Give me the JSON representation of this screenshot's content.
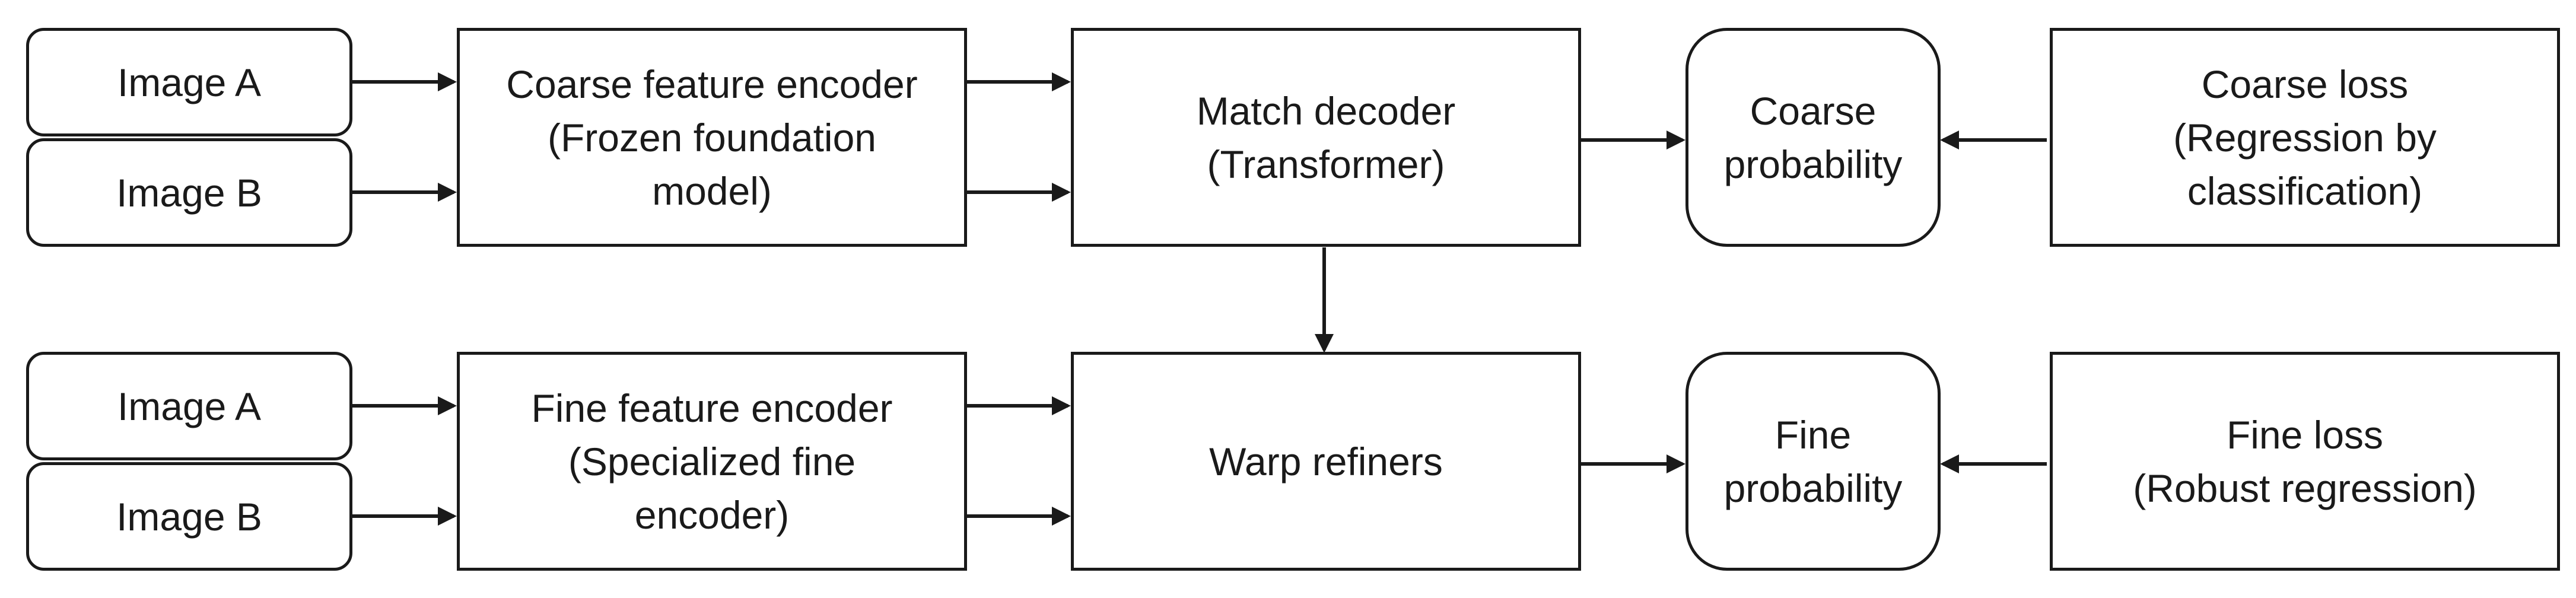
{
  "nodes": {
    "image_a_top": {
      "lines": [
        "Image A"
      ]
    },
    "image_b_top": {
      "lines": [
        "Image B"
      ]
    },
    "coarse_encoder": {
      "lines": [
        "Coarse feature encoder",
        "(Frozen foundation",
        "model)"
      ]
    },
    "match_decoder": {
      "lines": [
        "Match decoder",
        "(Transformer)"
      ]
    },
    "coarse_probability": {
      "lines": [
        "Coarse",
        "probability"
      ]
    },
    "coarse_loss": {
      "lines": [
        "Coarse loss",
        "(Regression by",
        "classification)"
      ]
    },
    "image_a_bottom": {
      "lines": [
        "Image A"
      ]
    },
    "image_b_bottom": {
      "lines": [
        "Image B"
      ]
    },
    "fine_encoder": {
      "lines": [
        "Fine feature encoder",
        "(Specialized fine",
        "encoder)"
      ]
    },
    "warp_refiners": {
      "lines": [
        "Warp refiners"
      ]
    },
    "fine_probability": {
      "lines": [
        "Fine",
        "probability"
      ]
    },
    "fine_loss": {
      "lines": [
        "Fine loss",
        "(Robust regression)"
      ]
    }
  },
  "edges": [
    {
      "from": "image_a_top",
      "to": "coarse_encoder"
    },
    {
      "from": "image_b_top",
      "to": "coarse_encoder"
    },
    {
      "from": "coarse_encoder",
      "to": "match_decoder"
    },
    {
      "from": "coarse_encoder",
      "to": "match_decoder"
    },
    {
      "from": "match_decoder",
      "to": "coarse_probability"
    },
    {
      "from": "coarse_loss",
      "to": "coarse_probability"
    },
    {
      "from": "match_decoder",
      "to": "warp_refiners"
    },
    {
      "from": "image_a_bottom",
      "to": "fine_encoder"
    },
    {
      "from": "image_b_bottom",
      "to": "fine_encoder"
    },
    {
      "from": "fine_encoder",
      "to": "warp_refiners"
    },
    {
      "from": "fine_encoder",
      "to": "warp_refiners"
    },
    {
      "from": "warp_refiners",
      "to": "fine_probability"
    },
    {
      "from": "fine_loss",
      "to": "fine_probability"
    }
  ]
}
